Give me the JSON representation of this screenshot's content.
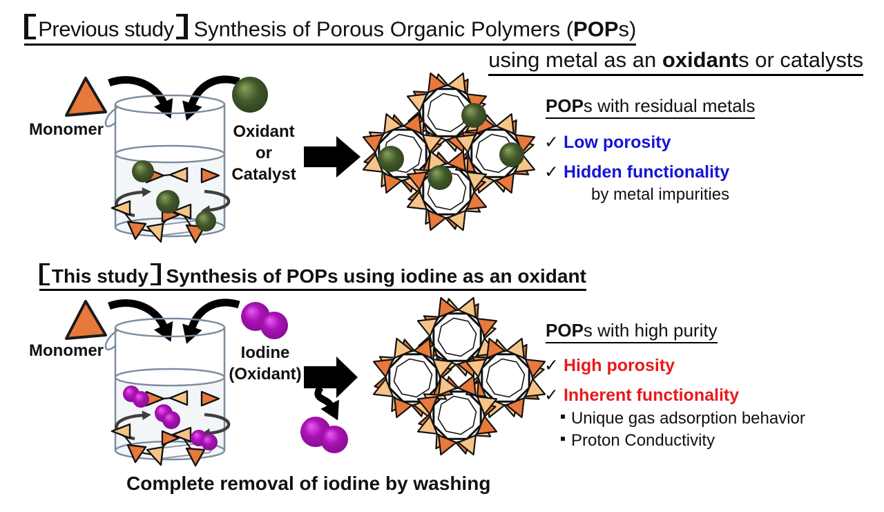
{
  "glyphs": {
    "check": "✓"
  },
  "colors": {
    "accent_blue": "#1414d6",
    "accent_red": "#e8191c",
    "monomer_orange": "#e8793c",
    "monomer_tan": "#f6c488",
    "metal_green": "#42582b",
    "iodine_purple": "#ab12b7",
    "ink": "#111111",
    "beaker_stroke": "#7d8c9e"
  },
  "titles": {
    "previous": {
      "bracket_label": "Previous study",
      "line1_pre": " Synthesis of Porous Organic Polymers (",
      "line1_bold": "POP",
      "line1_post": "s)",
      "line2_pre": "using metal as an ",
      "line2_bold": "oxidant",
      "line2_post": "s or catalysts"
    },
    "current": {
      "bracket_label": "This study",
      "line_text": " Synthesis of POPs using iodine as an oxidant"
    }
  },
  "previous_section": {
    "monomer_label": "Monomer",
    "reagent_lines": [
      "Oxidant",
      "or",
      "Catalyst"
    ],
    "result": {
      "heading_bold": "POP",
      "heading_rest": "s with residual metals",
      "bullets": [
        "Low porosity",
        "Hidden functionality"
      ],
      "note": "by metal impurities"
    }
  },
  "current_section": {
    "monomer_label": "Monomer",
    "reagent_lines": [
      "Iodine",
      "(Oxidant)"
    ],
    "result": {
      "heading_bold": "POP",
      "heading_rest": "s with high purity",
      "bullets": [
        "High porosity",
        "Inherent functionality"
      ],
      "sub_bullets": [
        "Unique gas adsorption behavior",
        "Proton Conductivity"
      ]
    },
    "caption": "Complete removal of iodine by washing"
  }
}
